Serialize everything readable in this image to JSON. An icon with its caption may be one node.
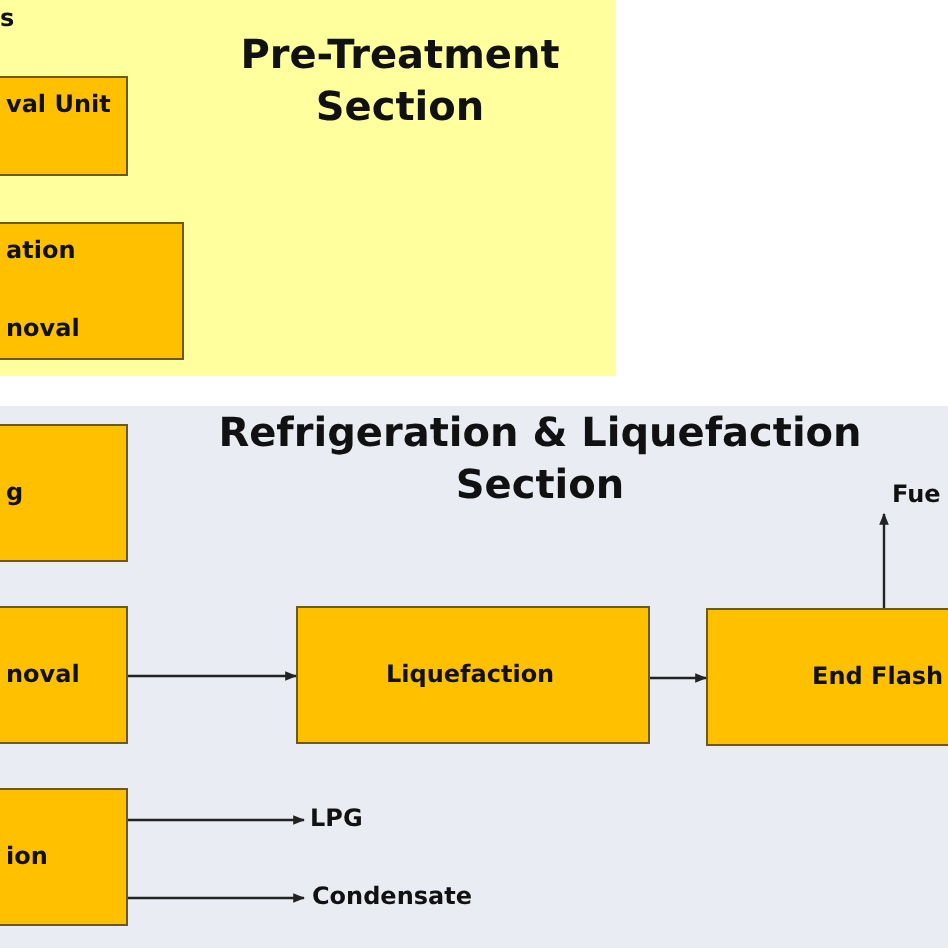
{
  "diagram": {
    "nodes": [
      {
        "text": [
          "Pre-Treatment Section"
        ]
      },
      {
        "text": [
          "val Unit"
        ],
        "in": 0
      },
      {
        "text": [
          "ation",
          "noval"
        ],
        "in": 0
      },
      {
        "text": [
          "Refrigeration & Liquefaction Section"
        ]
      },
      {
        "text": [
          "g"
        ],
        "in": 3
      },
      {
        "text": [
          "noval"
        ],
        "in": 3
      },
      {
        "text": [
          "Liquefaction"
        ],
        "in": 3
      },
      {
        "text": [
          "End Flash"
        ],
        "in": 3
      },
      {
        "text": [
          "ion"
        ],
        "in": 3
      },
      {
        "text": [
          "LPG"
        ],
        "in": 3
      },
      {
        "text": [
          "Condensate"
        ],
        "in": 3
      },
      {
        "text": [
          "Fue"
        ],
        "in": 3
      }
    ],
    "edges": [
      {
        "from": 5,
        "to": 6,
        "arrow": "to"
      },
      {
        "from": 6,
        "to": 7,
        "arrow": "to"
      },
      {
        "from": 7,
        "to": 11,
        "arrow": "to"
      },
      {
        "from": 8,
        "to": 9,
        "arrow": "to"
      },
      {
        "from": 8,
        "to": 10,
        "arrow": "to"
      }
    ],
    "labels": [
      "s"
    ]
  }
}
